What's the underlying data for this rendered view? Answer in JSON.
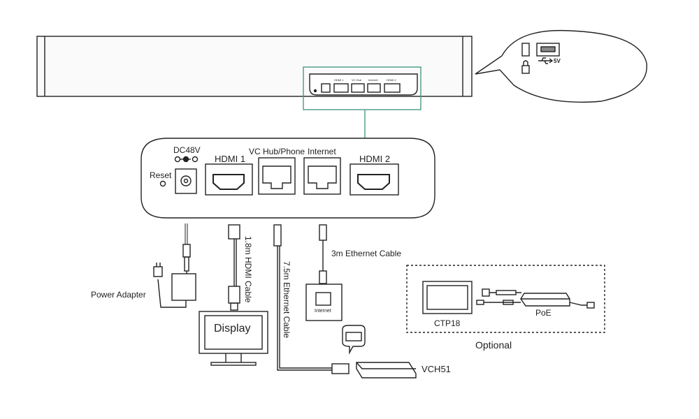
{
  "panel": {
    "dc_label": "DC48V",
    "reset_label": "Reset",
    "hdmi1_label": "HDMI 1",
    "vc_hub_label": "VC Hub/Phone",
    "internet_label": "Internet",
    "hdmi2_label": "HDMI 2"
  },
  "cables": {
    "hdmi_cable": "1.8m HDMI Cable",
    "ethernet_75": "7.5m Ethernet Cable",
    "ethernet_3m": "3m Ethernet Cable"
  },
  "devices": {
    "power_adapter": "Power Adapter",
    "display": "Display",
    "wall_jack": "Internet",
    "vch51": "VCH51",
    "ctp18": "CTP18",
    "poe": "PoE",
    "optional": "Optional"
  },
  "usb_callout": {
    "usb_rating": "5V"
  },
  "colors": {
    "line": "#222222",
    "zoom_line": "#4a9a86",
    "device_fill": "#f4f4f4"
  }
}
